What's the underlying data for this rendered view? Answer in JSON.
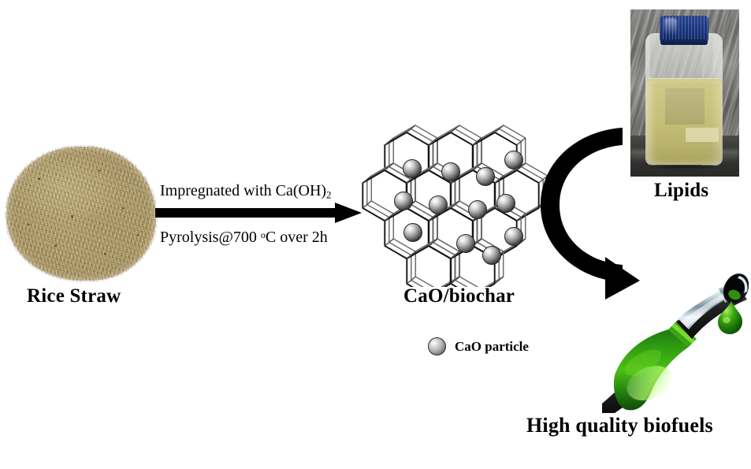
{
  "figure": {
    "type": "process-flow-graphical-abstract",
    "background": "#ffffff"
  },
  "stages": {
    "feedstock": {
      "label": "Rice Straw",
      "image_name": "rice-straw-photo",
      "description": "pile of chopped rice straw",
      "colors": {
        "primary": "#c4b183",
        "shadow": "#8e7f55"
      }
    },
    "catalyst": {
      "label": "CaO/biochar",
      "image_name": "cao-biochar-lattice",
      "description": "3D hexagonal honeycomb biochar lattice with CaO spheres",
      "sphere_count": 13,
      "colors": {
        "lattice_stroke": "#1a1a1a",
        "sphere_light": "#ffffff",
        "sphere_dark": "#3c3c3c"
      }
    },
    "lipids": {
      "label": "Lipids",
      "image_name": "lipids-bottle-photo",
      "description": "laboratory reagent bottle with blue screw cap containing pale yellow lipid liquid",
      "colors": {
        "cap": "#21409a",
        "liquid": "#c6bf78",
        "backdrop": "#7c7c79"
      }
    },
    "biofuel": {
      "label": "High quality biofuels",
      "image_name": "fuel-nozzle",
      "description": "green fuel dispenser nozzle with chrome spout and dripping green droplet",
      "colors": {
        "green_light": "#63c718",
        "green_dark": "#136b0c",
        "chrome": "#d8e4ea",
        "body": "#2b2b2b"
      }
    }
  },
  "process": {
    "step_1": "Impregnated  with Ca(OH)",
    "step_1_sub": "2",
    "step_2_prefix": "Pyrolysis@700 ",
    "step_2_sup": "o",
    "step_2_suffix": "C over 2h",
    "arrow_straight_name": "process-arrow",
    "arrow_curved_name": "conversion-arrow"
  },
  "legend": {
    "symbol": "sphere",
    "text": "CaO particle"
  }
}
